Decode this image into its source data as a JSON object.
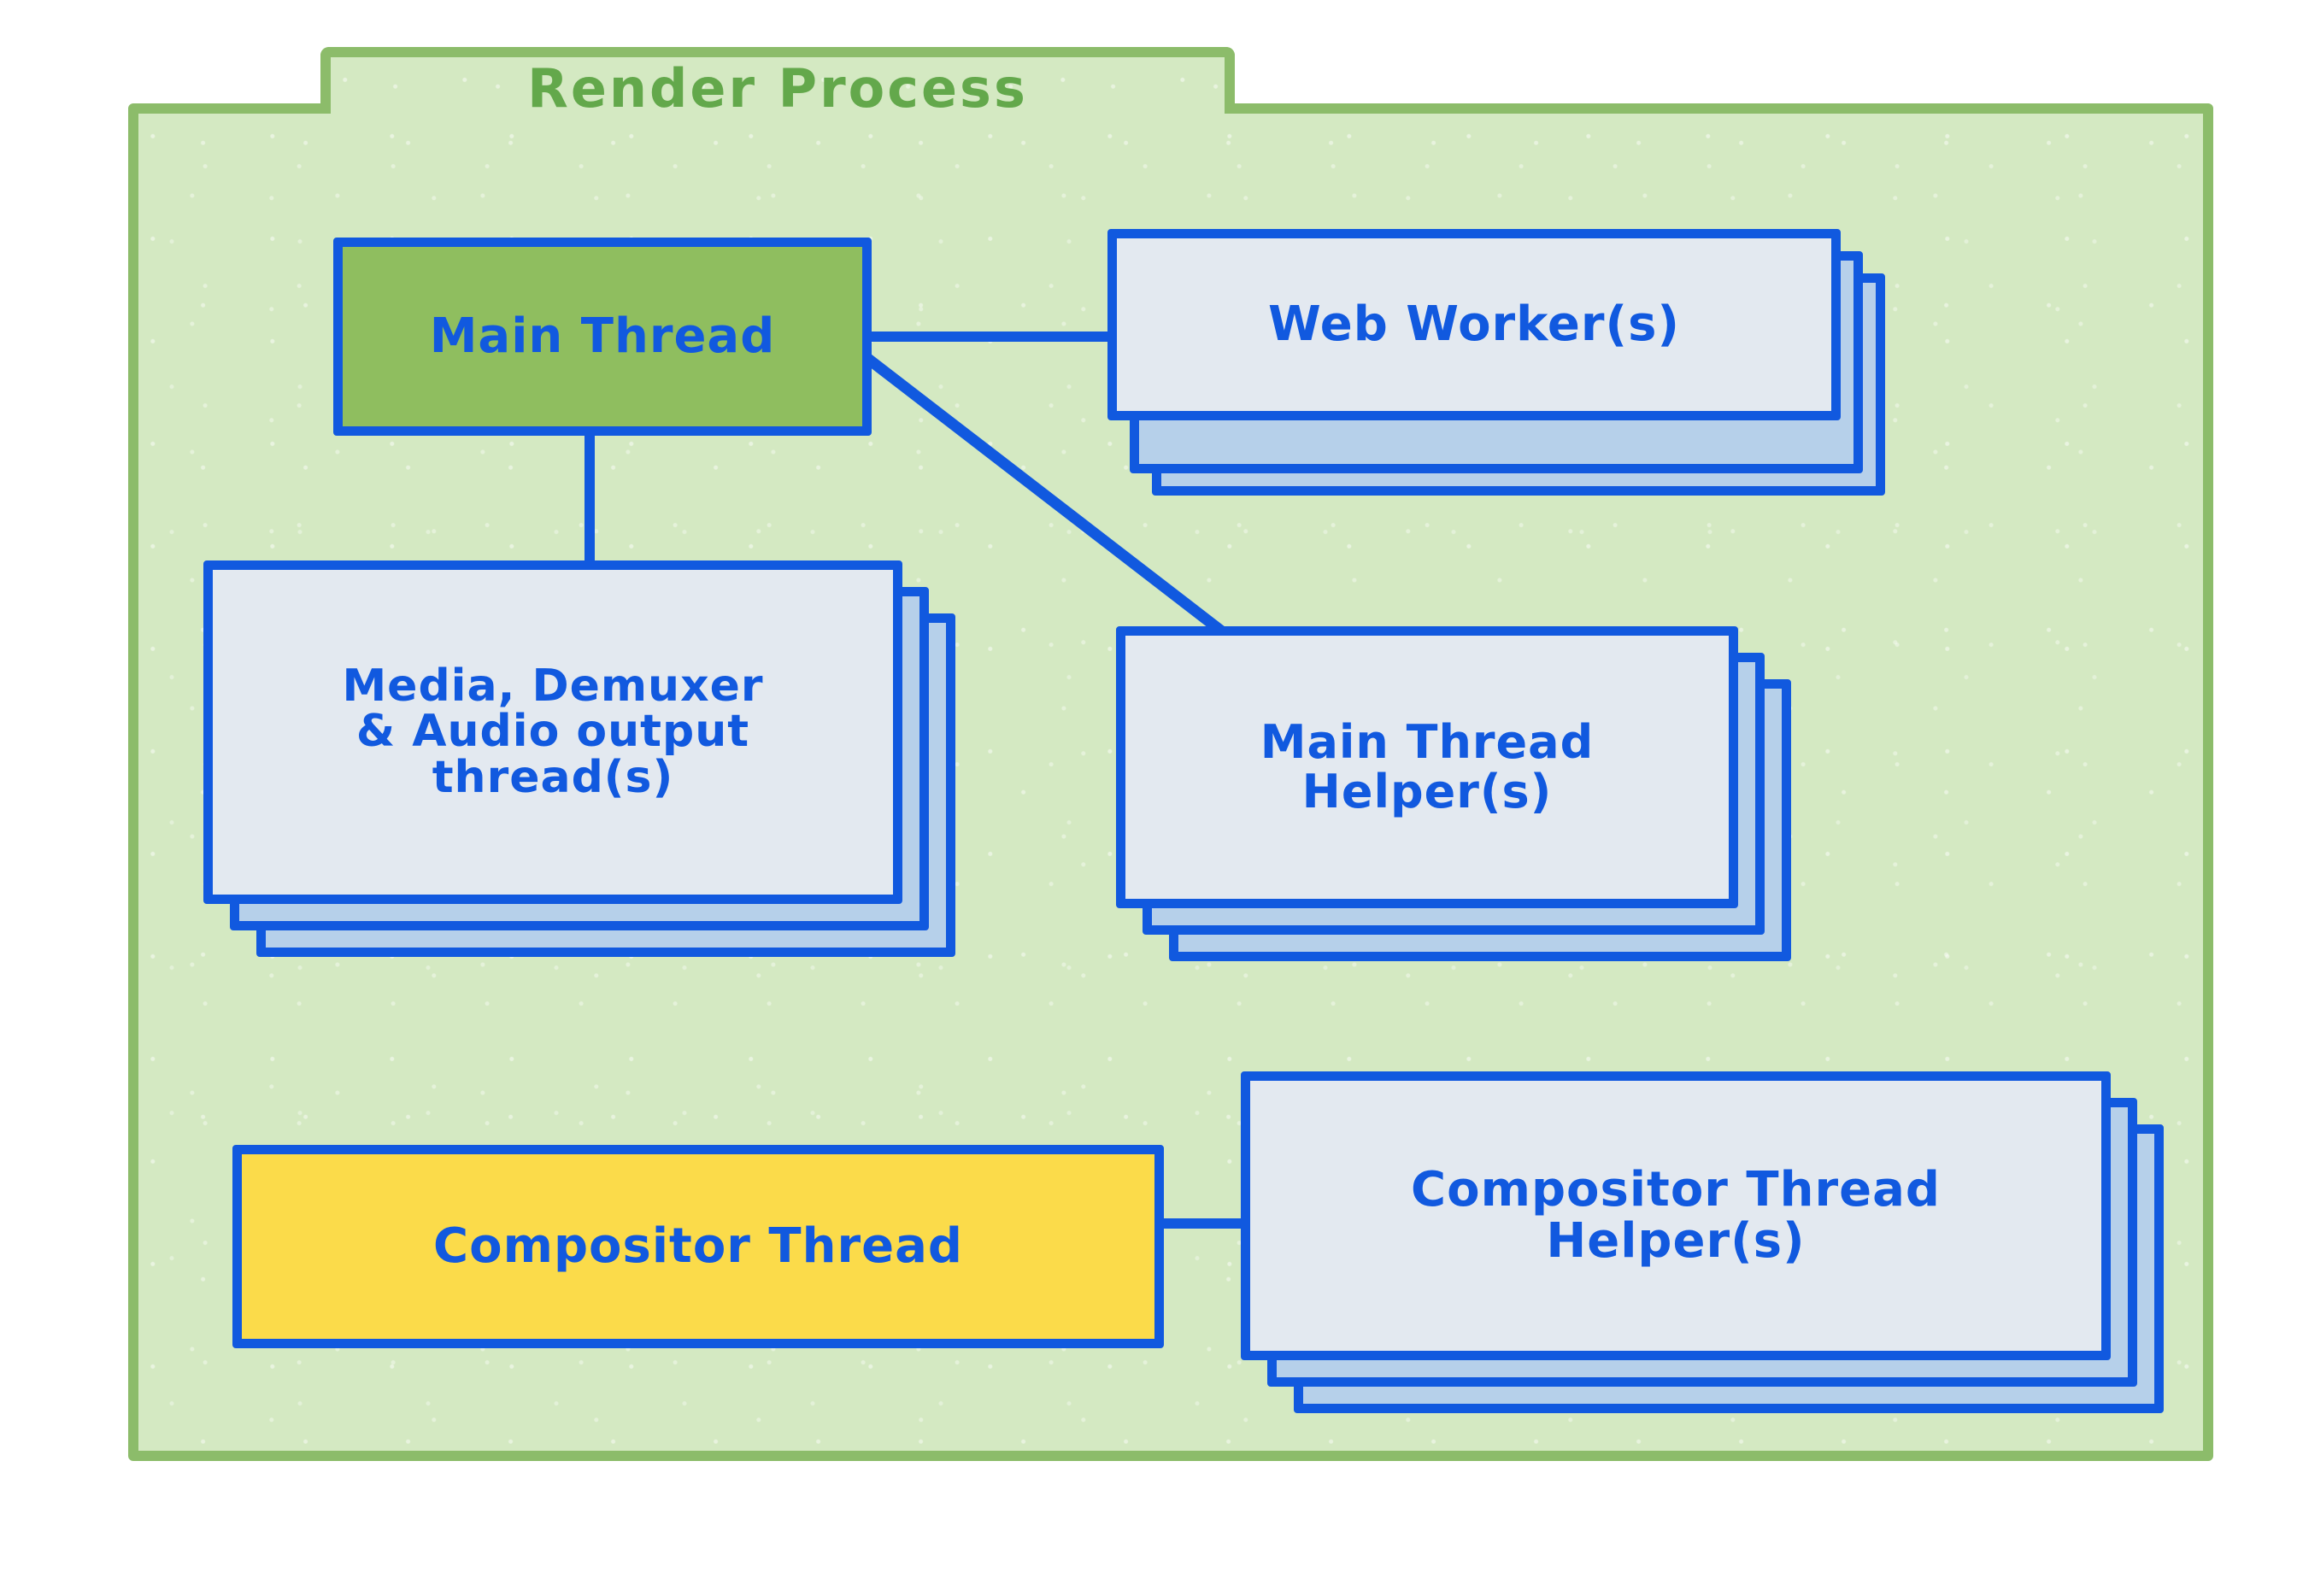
{
  "diagram": {
    "title": "Render Process",
    "container": {
      "label": "Render Process",
      "fill_color": "#d4e9c2",
      "border_color": "#8cbc6a",
      "title_color": "#63a84b"
    },
    "palette": {
      "line_blue": "#1159df",
      "text_blue": "#1159df",
      "card_front": "#e3e9f0",
      "card_back": "#b6d0ea",
      "main_thread_green": "#8fbe5f",
      "compositor_yellow": "#fbdb4a",
      "background": "#ffffff"
    },
    "nodes": [
      {
        "id": "main-thread",
        "label": "Main Thread",
        "stacked": false,
        "copies": 1,
        "fill": "#8fbe5f"
      },
      {
        "id": "web-worker",
        "label": "Web Worker(s)",
        "stacked": true,
        "copies": 3,
        "fill": "#e3e9f0"
      },
      {
        "id": "media-demuxer-audio",
        "label": "Media, Demuxer\n& Audio output\nthread(s)",
        "stacked": true,
        "copies": 3,
        "fill": "#e3e9f0"
      },
      {
        "id": "main-thread-helper",
        "label": "Main Thread\nHelper(s)",
        "stacked": true,
        "copies": 3,
        "fill": "#e3e9f0"
      },
      {
        "id": "compositor-thread",
        "label": "Compositor Thread",
        "stacked": false,
        "copies": 1,
        "fill": "#fbdb4a"
      },
      {
        "id": "compositor-thread-helper",
        "label": "Compositor Thread\nHelper(s)",
        "stacked": true,
        "copies": 3,
        "fill": "#e3e9f0"
      }
    ],
    "edges": [
      {
        "from": "main-thread",
        "to": "web-worker",
        "style": "horizontal"
      },
      {
        "from": "main-thread",
        "to": "main-thread-helper",
        "style": "diagonal"
      },
      {
        "from": "main-thread",
        "to": "media-demuxer-audio",
        "style": "vertical"
      },
      {
        "from": "compositor-thread",
        "to": "compositor-thread-helper",
        "style": "horizontal"
      }
    ]
  }
}
